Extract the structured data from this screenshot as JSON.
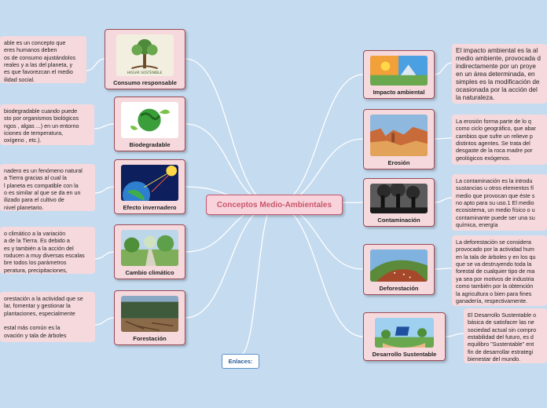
{
  "central": {
    "label": "Conceptos Medio-Ambientales"
  },
  "links": {
    "label": "Enlaces:"
  },
  "left_nodes": [
    {
      "label": "Consumo responsable",
      "note": "able es un concepto que\neres humanos deben\nos de consumo ajustándolos\n reales y a las del planeta, y\nes que favorezcan el medio\nilidad social."
    },
    {
      "label": "Biodegradable",
      "note": " biodegradable cuando puede\nsto por organismos biológicos\nngos , algas ...) en un entorno\niciones de temperatura,\n oxígeno , etc.)."
    },
    {
      "label": "Efecto invernadero",
      "note": "nadero es un fenómeno natural\na Tierra gracias al cual la\nl planeta es compatible con la\no es similar al que se da en un\nilizado para el cultivo de\n nivel planetario."
    },
    {
      "label": "Cambio climático",
      "note": "o climático a la variación\na de la Tierra. Es debido a\nes y también a la acción del\nroducen a muy diversas escalas\nbre todos los parámetros\nperatura, precipitaciones,"
    },
    {
      "label": "Forestación",
      "note": "orestación a la actividad que se\nlar, fomentar y gestionar la\nplantaciones, especialmente\n\nestal más común es la\novación y tala de árboles"
    }
  ],
  "right_nodes": [
    {
      "label": "Impacto ambiental",
      "note": "El impacto ambiental es la al\nmedio ambiente, provocada d\nindirectamente por un proye\nen un área determinada, en\nsimples es la modificación de\nocasionada por la acción del\nla naturaleza."
    },
    {
      "label": "Erosión",
      "note": "La erosión forma parte de lo q\ncomo ciclo geográfico, que abar\ncambios que sufre un relieve p\ndistintos agentes. Se trata del\ndesgaste de la roca madre por\ngeológicos exógenos."
    },
    {
      "label": "Contaminación",
      "note": "La contaminación es la introdu\nsustancias u otros elementos fí\nmedio que provocan que éste s\nno apto para su uso.1 El medio\necosistema, un medio físico o u\ncontaminante puede ser una su\nquímica, energía"
    },
    {
      "label": "Deforestación",
      "note": "La deforestación se considera\nprovocado por la actividad hum\nen la tala de árboles y en los qu\nque se va destruyendo toda la\nforestal de cualquier tipo de ma\nya sea por motivos de industria\ncomo también por la obtención\nla agricultura o bien para fines\nganadería, respectivamente."
    },
    {
      "label": "Desarrollo Sustentable",
      "note": "El Desarrollo Sustentable o\nbásica de satisfacer las ne\nsociedad actual sin compro\nestabilidad del futuro, es d\nequilibro \"Sustentable\" ent\nfin de desarrollar estrategi\nbienestar del mundo."
    }
  ],
  "images": {
    "consumo": {
      "caption": "HOGAR SOSTENIBLE"
    }
  },
  "colors": {
    "node_fill": "#f6d9dd",
    "node_border": "#9c4a55",
    "central_text": "#c8566c",
    "branch_line": "#ffffff",
    "background": "#c5dbf0"
  }
}
